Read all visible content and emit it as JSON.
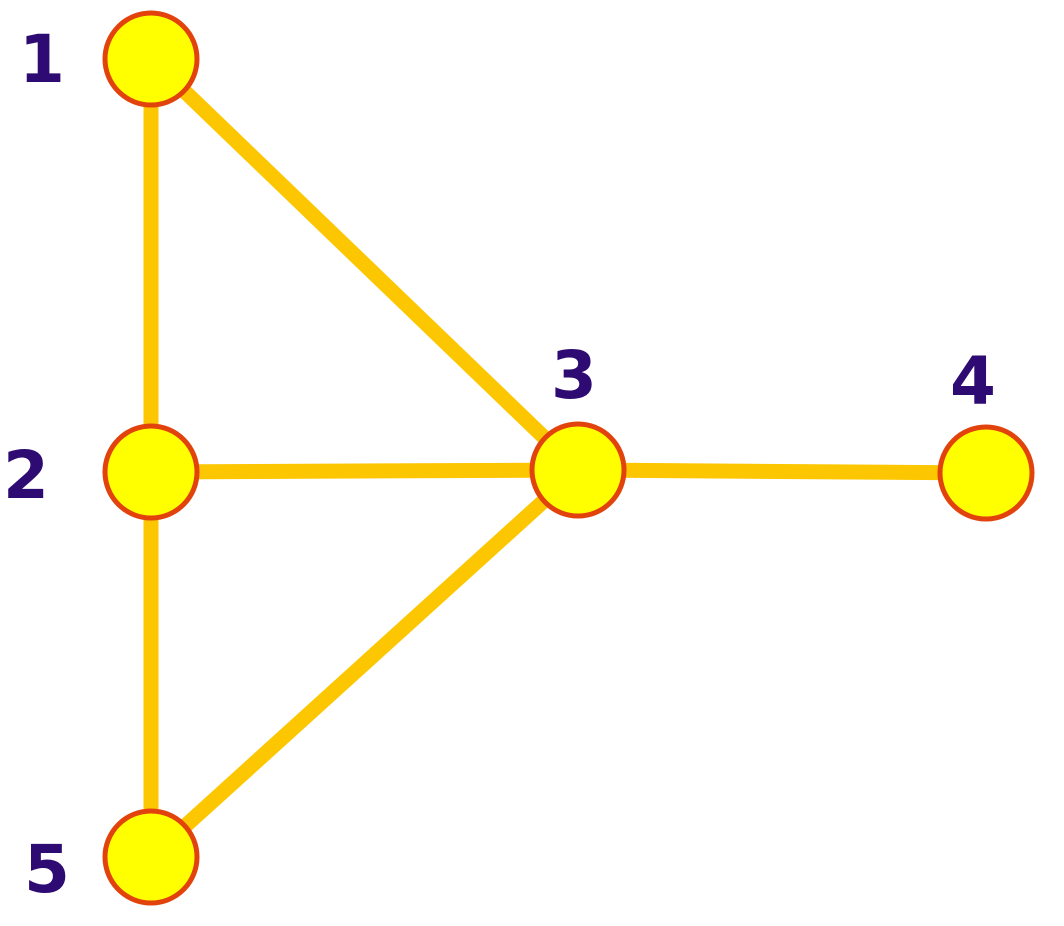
{
  "colors": {
    "edge": "#FCC600",
    "node_fill": "#FFFF00",
    "node_stroke": "#E2420C",
    "label": "#2E0A73",
    "background": "#FFFFFF"
  },
  "graph": {
    "nodes": [
      {
        "id": "1",
        "label": "1"
      },
      {
        "id": "2",
        "label": "2"
      },
      {
        "id": "3",
        "label": "3"
      },
      {
        "id": "4",
        "label": "4"
      },
      {
        "id": "5",
        "label": "5"
      }
    ],
    "edges": [
      {
        "source": "1",
        "target": "2"
      },
      {
        "source": "1",
        "target": "3"
      },
      {
        "source": "2",
        "target": "3"
      },
      {
        "source": "2",
        "target": "5"
      },
      {
        "source": "3",
        "target": "4"
      },
      {
        "source": "3",
        "target": "5"
      }
    ]
  }
}
